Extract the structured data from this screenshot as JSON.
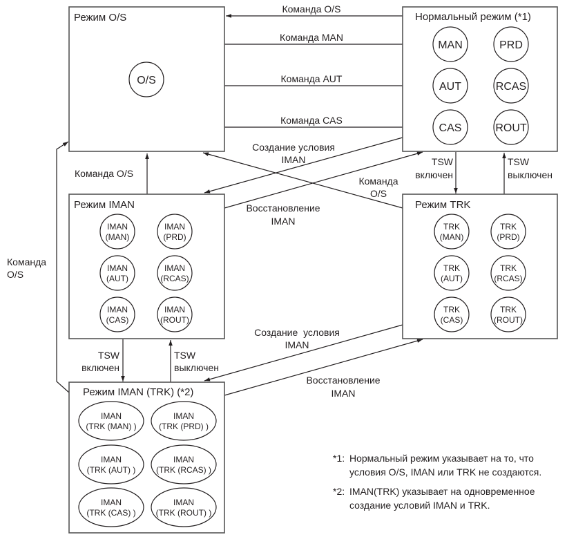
{
  "modes": {
    "os": {
      "title": "Режим O/S",
      "nodes": [
        "O/S"
      ]
    },
    "normal": {
      "title": "Нормальный режим (*1)",
      "nodes": [
        "MAN",
        "PRD",
        "AUT",
        "RCAS",
        "CAS",
        "ROUT"
      ]
    },
    "iman": {
      "title": "Режим IMAN",
      "nodes": [
        [
          "IMAN",
          "(MAN)"
        ],
        [
          "IMAN",
          "(PRD)"
        ],
        [
          "IMAN",
          "(AUT)"
        ],
        [
          "IMAN",
          "(RCAS)"
        ],
        [
          "IMAN",
          "(CAS)"
        ],
        [
          "IMAN",
          "(ROUT)"
        ]
      ]
    },
    "trk": {
      "title": "Режим TRK",
      "nodes": [
        [
          "TRK",
          "(MAN)"
        ],
        [
          "TRK",
          "(PRD)"
        ],
        [
          "TRK",
          "(AUT)"
        ],
        [
          "TRK",
          "(RCAS)"
        ],
        [
          "TRK",
          "(CAS)"
        ],
        [
          "TRK",
          "(ROUT)"
        ]
      ]
    },
    "iman_trk": {
      "title": "Режим IMAN (TRK) (*2)",
      "nodes": [
        [
          "IMAN",
          "(TRK (MAN) )"
        ],
        [
          "IMAN",
          "(TRK (PRD) )"
        ],
        [
          "IMAN",
          "(TRK (AUT) )"
        ],
        [
          "IMAN",
          "(TRK (RCAS) )"
        ],
        [
          "IMAN",
          "(TRK (CAS) )"
        ],
        [
          "IMAN",
          "(TRK (ROUT) )"
        ]
      ]
    }
  },
  "transitions": {
    "normal_to_os": "Команда O/S",
    "os_to_man": "Команда MAN",
    "os_to_aut": "Команда AUT",
    "os_to_cas": "Команда CAS",
    "normal_to_iman": [
      "Создание условия",
      "IMAN"
    ],
    "iman_to_normal": [
      "Восстановление",
      "IMAN"
    ],
    "trk_to_os": [
      "Команда",
      "O/S"
    ],
    "iman_to_os": "Команда O/S",
    "imantrk_to_os": [
      "Команда",
      "O/S"
    ],
    "normal_to_trk": [
      "TSW",
      "включен"
    ],
    "trk_to_normal": [
      "TSW",
      "выключен"
    ],
    "iman_to_imantrk": [
      "TSW",
      "включен"
    ],
    "imantrk_to_iman": [
      "TSW",
      "выключен"
    ],
    "trk_to_imantrk": [
      "Создание  условия",
      "IMAN"
    ],
    "imantrk_to_trk": [
      "Восстановление",
      "IMAN"
    ]
  },
  "notes": [
    [
      "*1:",
      "Нормальный режим указывает на то, что",
      "условия O/S, IMAN или TRK не создаются."
    ],
    [
      "*2:",
      "IMAN(TRK) указывает на одновременное",
      "создание условий IMAN и TRK."
    ]
  ]
}
